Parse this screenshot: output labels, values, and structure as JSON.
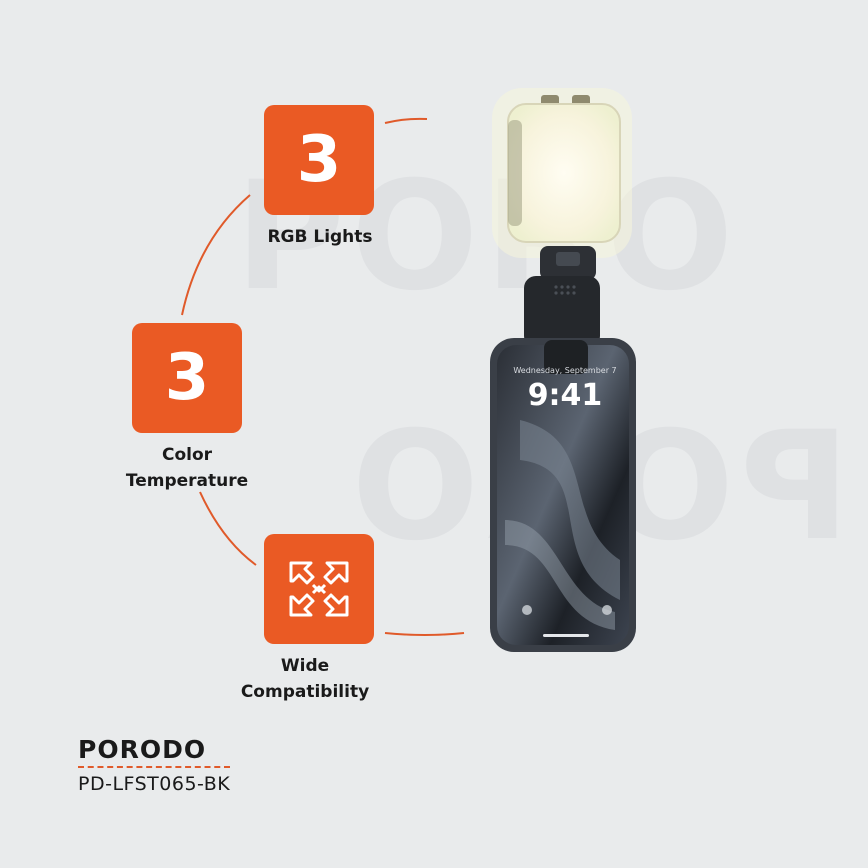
{
  "watermark": "PORO",
  "features": [
    {
      "value": "3",
      "label": "RGB Lights"
    },
    {
      "value": "3",
      "label_line1": "Color",
      "label_line2": "Temperature"
    },
    {
      "icon": "compress-arrows-icon",
      "label_line1": "Wide",
      "label_line2": "Compatibility"
    }
  ],
  "phone": {
    "time": "9:41",
    "date": "Wednesday, September 7"
  },
  "brand": {
    "name": "PORODO",
    "model": "PD-LFST065-BK"
  },
  "colors": {
    "accent": "#ea5a24",
    "background": "#e9ebec"
  }
}
